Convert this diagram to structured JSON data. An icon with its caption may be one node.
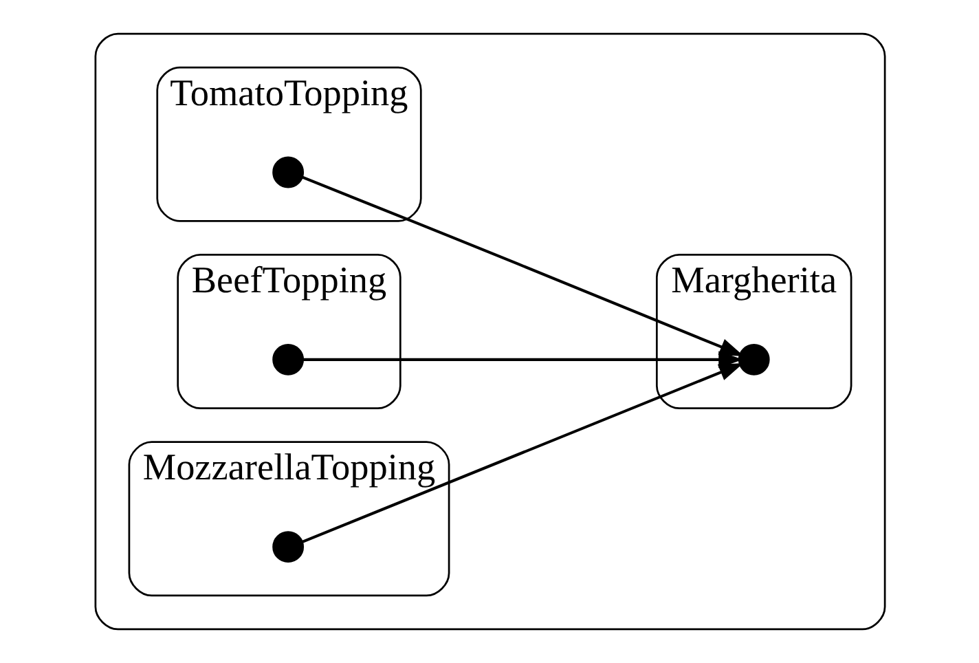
{
  "diagram": {
    "nodes": [
      {
        "text": [],
        "shape": "box"
      },
      {
        "text": [
          "TomatoTopping"
        ],
        "in": 0
      },
      {
        "text": [],
        "shape": "circle",
        "in": 1
      },
      {
        "text": [
          "Margherita"
        ],
        "in": 0
      },
      {
        "text": [],
        "shape": "circle",
        "in": 3
      },
      {
        "text": [
          "BeefTopping"
        ],
        "in": 0
      },
      {
        "text": [],
        "shape": "circle",
        "in": 5
      },
      {
        "text": [
          "MozzarellaTopping"
        ],
        "in": 0
      },
      {
        "text": [],
        "shape": "circle",
        "in": 7
      }
    ],
    "edges": [
      {
        "from": 2,
        "to": 4,
        "arrow": "to"
      },
      {
        "from": 6,
        "to": 4,
        "arrow": "to"
      },
      {
        "from": 8,
        "to": 4,
        "arrow": "to"
      }
    ]
  }
}
